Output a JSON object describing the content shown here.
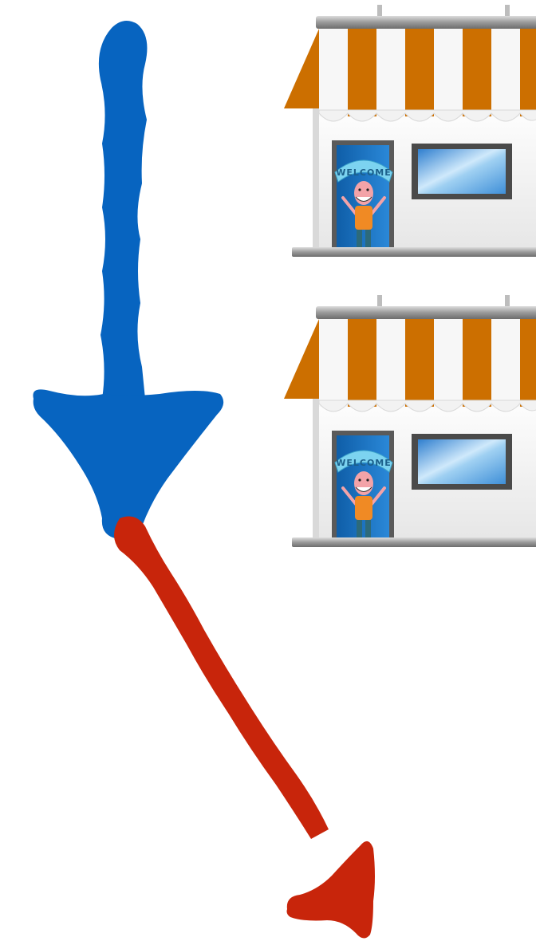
{
  "diagram": {
    "stores": [
      {
        "sign_text": "WELCOME"
      },
      {
        "sign_text": "WELCOME"
      }
    ],
    "arrows": [
      {
        "color": "#0764C0",
        "direction": "down"
      },
      {
        "color": "#C8250B",
        "direction": "down-right"
      }
    ],
    "colors": {
      "awning_orange": "#CC6F00",
      "awning_white": "#F7F7F7",
      "wall": "#F4F4F4",
      "door_blue": "#1B78C9",
      "window_frame": "#4A4A4A",
      "shirt_orange": "#F08A24",
      "sign_blue": "#7CD3F0"
    }
  }
}
